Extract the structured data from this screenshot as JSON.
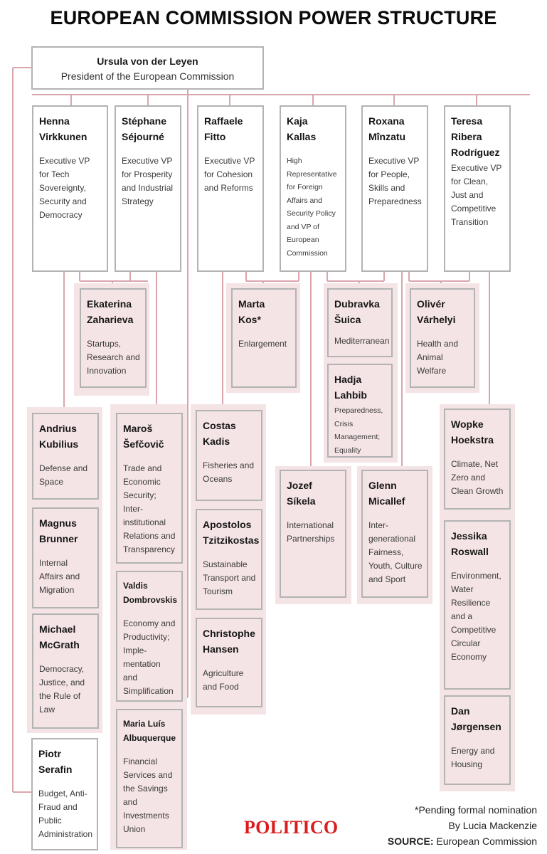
{
  "title": "EUROPEAN COMMISSION POWER STRUCTURE",
  "president": {
    "name": "Ursula von der Leyen",
    "role": "President of the European Commission"
  },
  "executive_vps": [
    {
      "name": "Henna\nVirkkunen",
      "role": "Executive VP\nfor Tech\nSovereignty,\nSecurity and\nDemocracy"
    },
    {
      "name": "Stéphane\nSéjourné",
      "role": "Executive VP\nfor Prosperity\nand Industrial\nStrategy"
    },
    {
      "name": "Raffaele\nFitto",
      "role": "Executive VP\nfor Cohesion\nand Reforms"
    },
    {
      "name": "Kaja\nKallas",
      "role": "High\nRepresentative\nfor Foreign\nAffairs and\nSecurity Policy\nand VP of\nEuropean\nCommission"
    },
    {
      "name": "Roxana\nMînzatu",
      "role": "Executive VP\nfor People,\nSkills and\nPreparedness"
    },
    {
      "name": "Teresa\nRibera\nRodríguez",
      "role": "Executive VP\nfor Clean,\nJust and\nCompetitive\nTransition"
    }
  ],
  "commissioners": [
    {
      "name": "Ekaterina\nZaharieva",
      "role": "Startups,\nResearch and\nInnovation"
    },
    {
      "name": "Marta\nKos*",
      "role": "Enlargement"
    },
    {
      "name": "Dubravka\nŠuica",
      "role": "Mediterranean"
    },
    {
      "name": "Hadja\nLahbib",
      "role": "Preparedness,\nCrisis\nManagement;\nEquality"
    },
    {
      "name": "Olivér\nVárhelyi",
      "role": "Health and\nAnimal\nWelfare"
    },
    {
      "name": "Andrius\nKubilius",
      "role": "Defense and\nSpace"
    },
    {
      "name": "Magnus\nBrunner",
      "role": "Internal\nAffairs and\nMigration"
    },
    {
      "name": "Michael\nMcGrath",
      "role": "Democracy,\nJustice, and\nthe Rule of\nLaw"
    },
    {
      "name": "Piotr\nSerafin",
      "role": "Budget, Anti-\nFraud and\nPublic\nAdministration"
    },
    {
      "name": "Maroš\nŠefčovič",
      "role": "Trade and\nEconomic\nSecurity;\nInter-\ninstitutional\nRelations and\nTransparency"
    },
    {
      "name": "Valdis\nDombrovskis",
      "role": "Economy and\nProductivity;\nImple-\nmentation\nand\nSimplification"
    },
    {
      "name": "Maria Luís\nAlbuquerque",
      "role": "Financial\nServices and\nthe Savings\nand\nInvestments\nUnion"
    },
    {
      "name": "Costas\nKadis",
      "role": "Fisheries and\nOceans"
    },
    {
      "name": "Apostolos\nTzitzikostas",
      "role": "Sustainable\nTransport and\nTourism"
    },
    {
      "name": "Christophe\nHansen",
      "role": "Agriculture\nand Food"
    },
    {
      "name": "Jozef\nSíkela",
      "role": "International\nPartnerships"
    },
    {
      "name": "Glenn\nMicallef",
      "role": "Inter-\ngenerational\nFairness,\nYouth, Culture\nand Sport"
    },
    {
      "name": "Wopke\nHoekstra",
      "role": "Climate, Net\nZero and\nClean Growth"
    },
    {
      "name": "Jessika\nRoswall",
      "role": "Environment,\nWater\nResilience\nand a\nCompetitive\nCircular\nEconomy"
    },
    {
      "name": "Dan\nJørgensen",
      "role": "Energy and\nHousing"
    }
  ],
  "footnote": "*Pending formal nomination",
  "byline": "By Lucia Mackenzie",
  "source_label": "SOURCE:",
  "source_value": "European Commission",
  "logo": "POLITICO",
  "colors": {
    "connector": "#d9a6ad",
    "box_border": "#b3b3b3",
    "pink_fill": "#f5e4e6",
    "logo_red": "#d91d1d"
  }
}
